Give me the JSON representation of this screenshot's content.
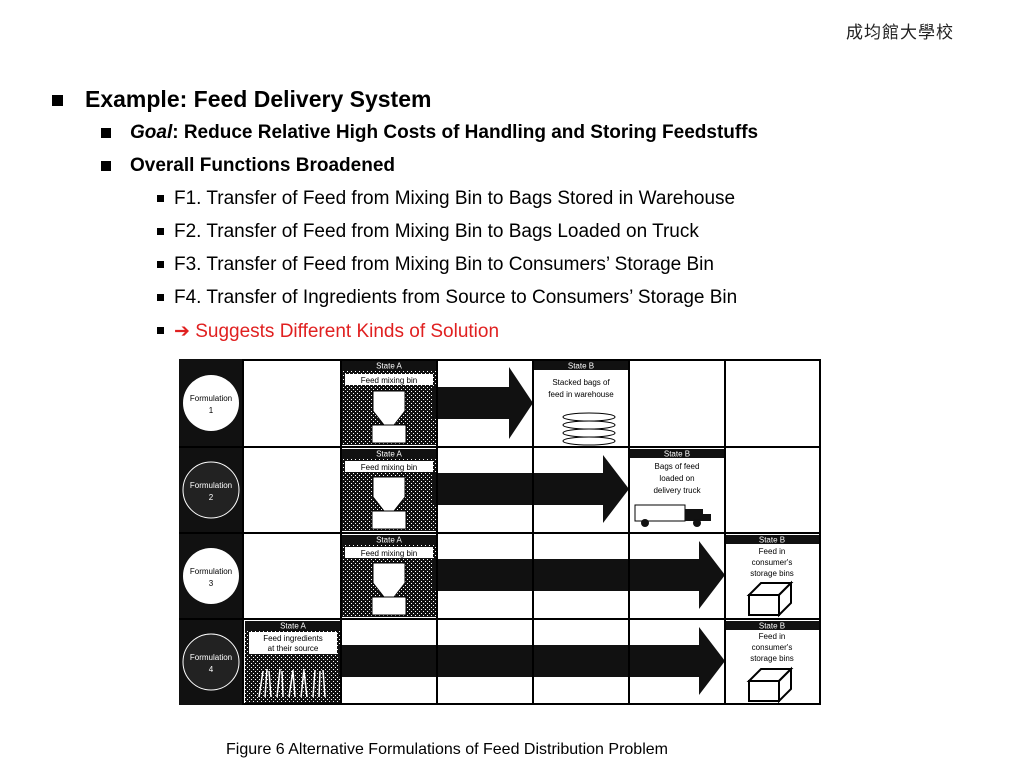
{
  "header": {
    "logo_text": "成均館大學校"
  },
  "bullets": {
    "title": "Example: Feed Delivery System",
    "goal_label": "Goal",
    "goal_text": ": Reduce Relative High Costs of Handling and Storing Feedstuffs",
    "functions_heading": "Overall Functions Broadened",
    "functions": [
      "F1. Transfer of Feed from Mixing Bin to Bags Stored in Warehouse",
      "F2. Transfer of Feed from Mixing Bin to Bags Loaded on Truck",
      "F3. Transfer of Feed from Mixing Bin to Consumers’ Storage Bin",
      "F4. Transfer of Ingredients from Source to Consumers’ Storage Bin"
    ],
    "conclusion_arrow": "➔",
    "conclusion": "Suggests Different Kinds of Solution",
    "conclusion_color": "#e02020"
  },
  "figure": {
    "rows": [
      {
        "label_line1": "Formulation",
        "label_line2": "1",
        "state_a_title": "State A",
        "state_a_text": [
          "Feed mixing bin"
        ],
        "state_b_title": "State B",
        "state_b_text": [
          "Stacked bags of",
          "feed in warehouse"
        ]
      },
      {
        "label_line1": "Formulation",
        "label_line2": "2",
        "state_a_title": "State A",
        "state_a_text": [
          "Feed mixing bin"
        ],
        "state_b_title": "State B",
        "state_b_text": [
          "Bags of feed",
          "loaded on",
          "delivery truck"
        ]
      },
      {
        "label_line1": "Formulation",
        "label_line2": "3",
        "state_a_title": "State A",
        "state_a_text": [
          "Feed mixing bin"
        ],
        "state_b_title": "State B",
        "state_b_text": [
          "Feed in",
          "consumer's",
          "storage bins"
        ]
      },
      {
        "label_line1": "Formulation",
        "label_line2": "4",
        "state_a_title": "State A",
        "state_a_text": [
          "Feed ingredients",
          "at their source"
        ],
        "state_b_title": "State B",
        "state_b_text": [
          "Feed in",
          "consumer's",
          "storage bins"
        ]
      }
    ],
    "caption": "Figure 6 Alternative Formulations of Feed Distribution Problem"
  }
}
